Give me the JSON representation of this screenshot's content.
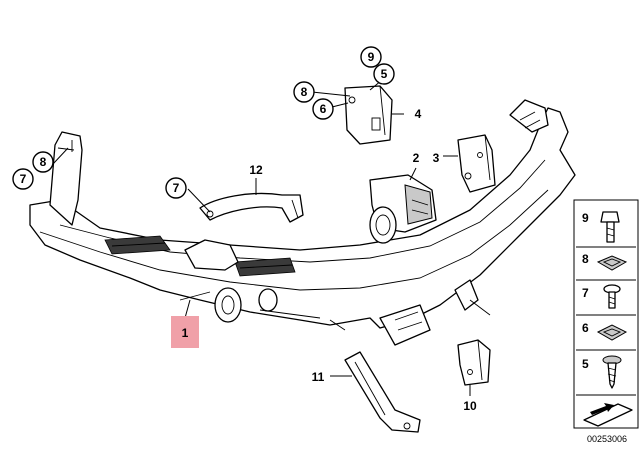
{
  "diagram": {
    "callouts": {
      "c1": "1",
      "c2": "2",
      "c3": "3",
      "c4": "4",
      "c5_top": "5",
      "c6_top": "6",
      "c7_left": "7",
      "c7_mid": "7",
      "c8_top": "8",
      "c8_left": "8",
      "c9_top": "9",
      "c10": "10",
      "c11": "11",
      "c12": "12"
    },
    "highlighted_part": "1",
    "highlight_color": "#f0a0a8",
    "legend": {
      "items": [
        {
          "num": "9",
          "icon": "bolt-icon"
        },
        {
          "num": "8",
          "icon": "clip-nut-icon"
        },
        {
          "num": "7",
          "icon": "screw-icon"
        },
        {
          "num": "6",
          "icon": "clip-nut-icon"
        },
        {
          "num": "5",
          "icon": "self-tapping-screw-icon"
        }
      ],
      "footer_icon": "arrow-icon"
    },
    "diagram_code": "00253006"
  }
}
